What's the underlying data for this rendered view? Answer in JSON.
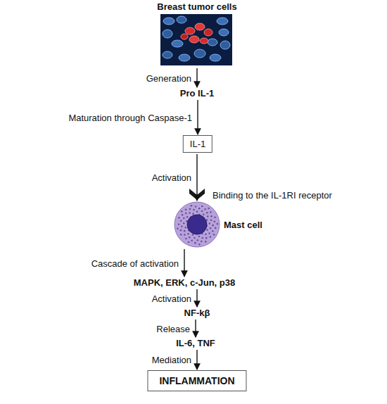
{
  "diagram": {
    "nodes": [
      {
        "text": [
          "Breast tumor cells"
        ]
      },
      {
        "text": [
          "Pro IL-1"
        ]
      },
      {
        "text": [
          "IL-1"
        ]
      },
      {
        "text": [
          "Mast cell"
        ]
      },
      {
        "text": [
          "MAPK, ERK, c-Jun, p38"
        ]
      },
      {
        "text": [
          "NF-kβ"
        ]
      },
      {
        "text": [
          "IL-6, TNF"
        ]
      },
      {
        "text": [
          "INFLAMMATION"
        ]
      }
    ],
    "edges": [
      {
        "from": 0,
        "to": 1,
        "arrow": "to",
        "label": "Generation"
      },
      {
        "from": 1,
        "to": 2,
        "arrow": "to",
        "label": "Maturation through Caspase-1"
      },
      {
        "from": 2,
        "to": 3,
        "arrow": "to",
        "label": "Activation"
      },
      {
        "from": 3,
        "to": 4,
        "arrow": "to",
        "label": "Cascade of activation"
      },
      {
        "from": 4,
        "to": 5,
        "arrow": "to",
        "label": "Activation"
      },
      {
        "from": 5,
        "to": 6,
        "arrow": "to",
        "label": "Release"
      },
      {
        "from": 6,
        "to": 7,
        "arrow": "to",
        "label": "Mediation"
      }
    ],
    "labels": [
      "Binding to the IL-1RI receptor"
    ]
  }
}
